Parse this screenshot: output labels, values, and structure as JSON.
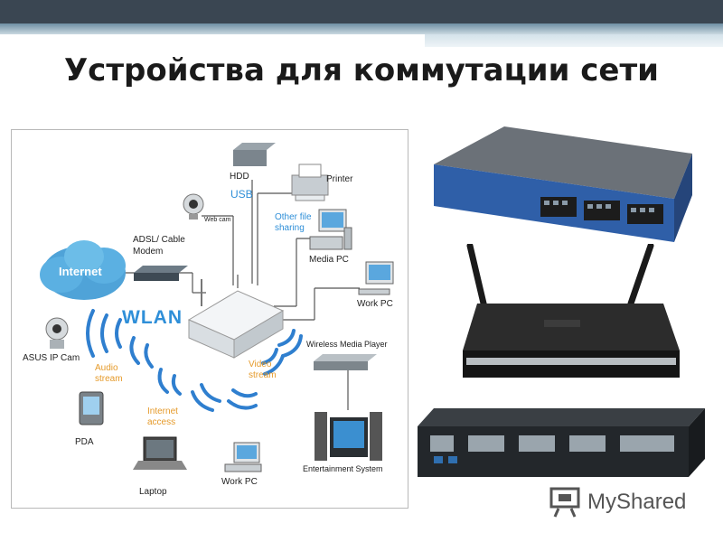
{
  "slide": {
    "title": "Устройства для коммутации сети"
  },
  "diagram": {
    "labels": {
      "hdd": "HDD",
      "usb": "USB",
      "printer": "Printer",
      "webcam": "Web cam",
      "other_file_sharing_1": "Other file",
      "other_file_sharing_2": "sharing",
      "adsl_1": "ADSL/ Cable",
      "adsl_2": "Modem",
      "internet": "Internet",
      "media_pc": "Media PC",
      "work_pc_top": "Work PC",
      "wlan": "WLAN",
      "asus_ip_cam": "ASUS IP Cam",
      "wireless_media_player": "Wireless Media Player",
      "audio_stream_1": "Audio",
      "audio_stream_2": "stream",
      "video_stream_1": "Video",
      "video_stream_2": "stream",
      "internet_access_1": "Internet",
      "internet_access_2": "access",
      "pda": "PDA",
      "laptop": "Laptop",
      "work_pc_bottom": "Work PC",
      "entertainment_system": "Entertainment System"
    }
  },
  "watermark": {
    "text": "MyShared"
  },
  "colors": {
    "accent_blue": "#2f8fd8",
    "orange_label": "#e59a2a",
    "header_dark": "#3a4652"
  }
}
